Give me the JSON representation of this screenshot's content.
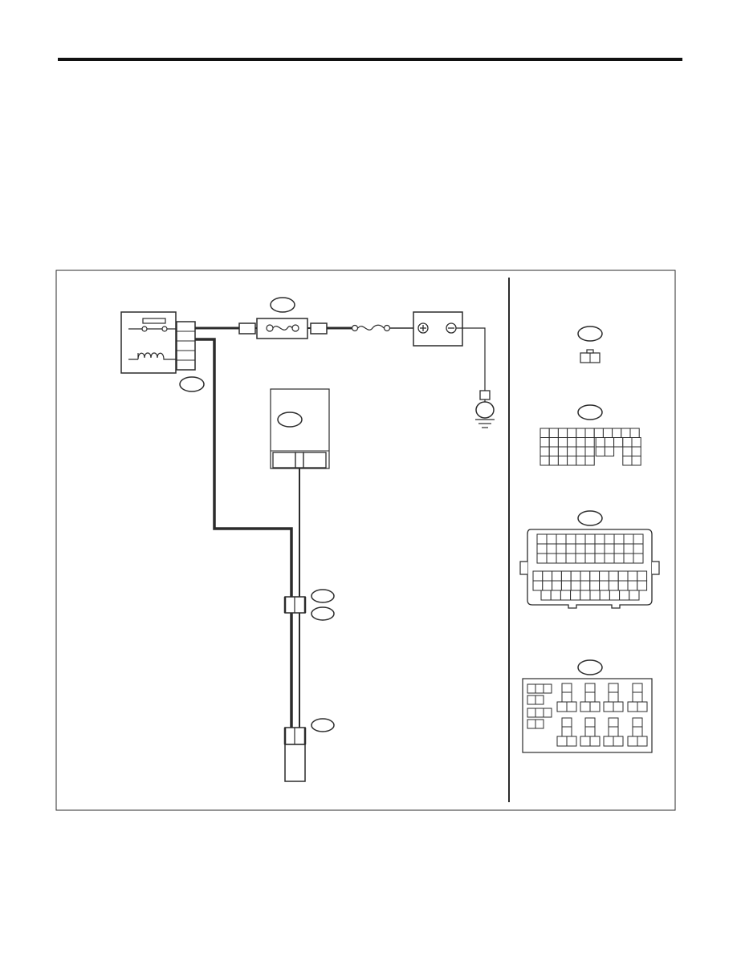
{
  "colors": {
    "line": "#2b2b2b",
    "background": "#ffffff"
  },
  "battery": {
    "positive_symbol": "+",
    "negative_symbol": "−"
  },
  "connector_grid_a": {
    "top_row_cells": 11,
    "mid_rows_cells": 10,
    "bottom_rows_cells": 10
  },
  "connector_grid_b": {
    "top_rows_cells": 11,
    "lower_row_cells": 12,
    "bottom_row_cells": 10,
    "blocked_cells": 2
  },
  "connector_grid_c": {
    "left_column_pairs": 4,
    "terminal_groups": 8
  }
}
